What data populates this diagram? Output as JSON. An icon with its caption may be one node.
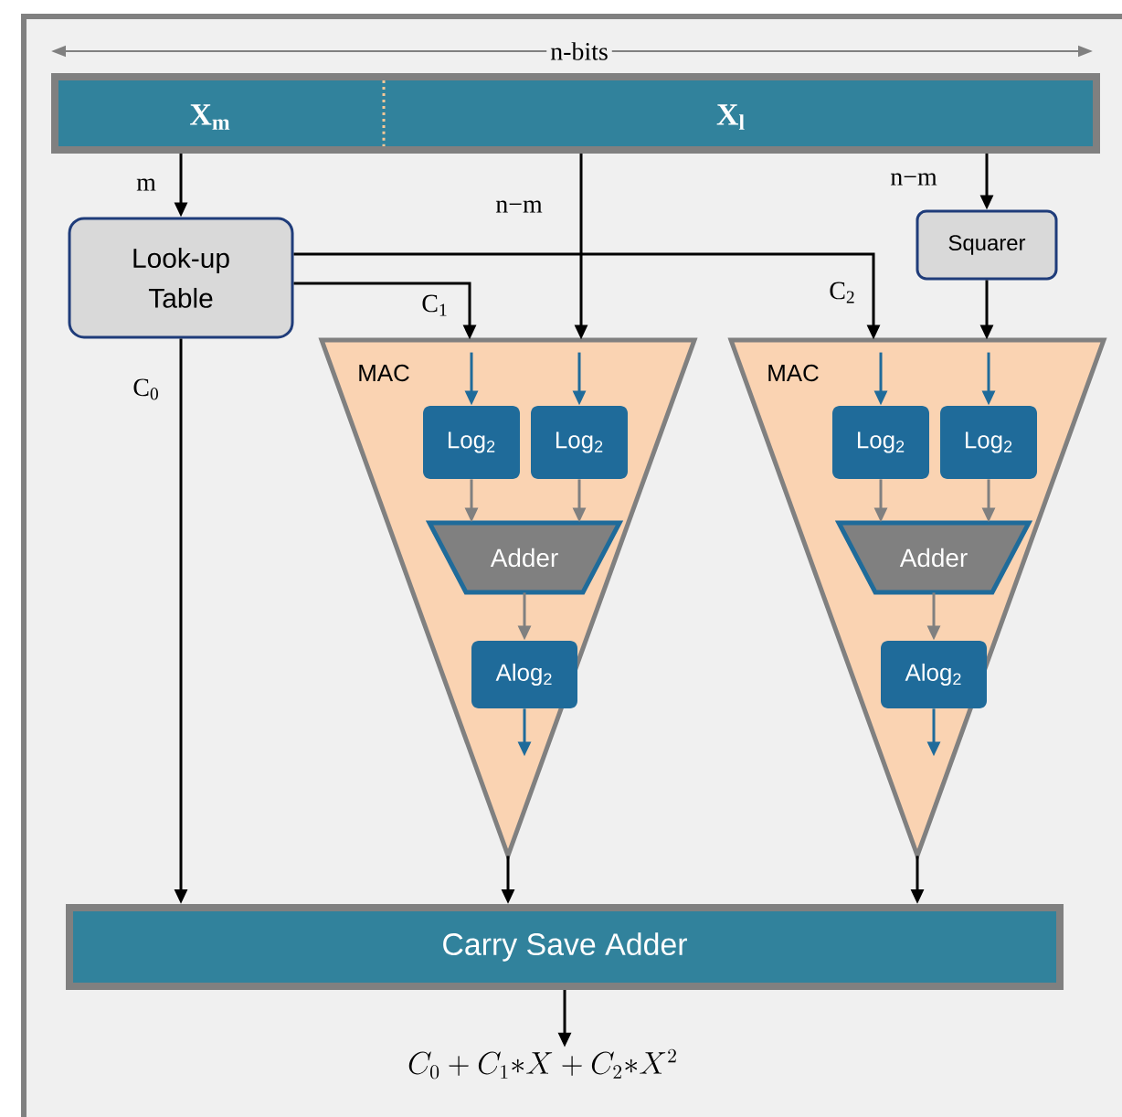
{
  "diagram": {
    "nodes": [
      {
        "text": [
          "X$_{m}$",
          "X$_{l}$"
        ]
      },
      {
        "text": [
          "Look-up Table"
        ]
      },
      {
        "text": [
          "Squarer"
        ]
      },
      {
        "text": [
          "MAC"
        ]
      },
      {
        "text": [
          "Log$_{2}$"
        ],
        "in": 3
      },
      {
        "text": [
          "Log$_{2}$"
        ],
        "in": 3
      },
      {
        "text": [
          "Adder"
        ],
        "in": 3
      },
      {
        "text": [
          "Alog$_{2}$"
        ],
        "in": 3
      },
      {
        "text": [
          "MAC"
        ]
      },
      {
        "text": [
          "Log$_{2}$"
        ],
        "in": 8
      },
      {
        "text": [
          "Log$_{2}$"
        ],
        "in": 8
      },
      {
        "text": [
          "Adder"
        ],
        "in": 8
      },
      {
        "text": [
          "Alog$_{2}$"
        ],
        "in": 8
      },
      {
        "text": [
          "Carry Save Adder"
        ]
      },
      {
        "text": [
          "C_0 + C_1{*}X + C_2{*}X^2"
        ]
      }
    ],
    "edges": [
      {
        "from": 0,
        "to": 1,
        "arrow": "to",
        "label": "m"
      },
      {
        "from": 0,
        "to": 3,
        "arrow": "to",
        "label": "n−m"
      },
      {
        "from": 0,
        "to": 2,
        "arrow": "to",
        "label": "n−m"
      },
      {
        "from": 1,
        "to": 3,
        "arrow": "to",
        "label": "C$_{1}$"
      },
      {
        "from": 1,
        "to": 8,
        "arrow": "to",
        "label": "C$_{2}$"
      },
      {
        "from": 2,
        "to": 8,
        "arrow": "to"
      },
      {
        "from": 1,
        "to": 13,
        "arrow": "to",
        "label": "C$_{0}$"
      },
      {
        "from": null,
        "to": 4,
        "arrow": "to",
        "color": "#1f6b9a"
      },
      {
        "from": null,
        "to": 5,
        "arrow": "to",
        "color": "#1f6b9a"
      },
      {
        "from": 4,
        "to": 6,
        "arrow": "to",
        "color": "#808080"
      },
      {
        "from": 5,
        "to": 6,
        "arrow": "to",
        "color": "#808080"
      },
      {
        "from": 6,
        "to": 7,
        "arrow": "to",
        "color": "#808080"
      },
      {
        "from": 7,
        "to": null,
        "arrow": "to",
        "color": "#1f6b9a"
      },
      {
        "from": null,
        "to": 9,
        "arrow": "to",
        "color": "#1f6b9a"
      },
      {
        "from": null,
        "to": 10,
        "arrow": "to",
        "color": "#1f6b9a"
      },
      {
        "from": 9,
        "to": 11,
        "arrow": "to",
        "color": "#808080"
      },
      {
        "from": 10,
        "to": 11,
        "arrow": "to",
        "color": "#808080"
      },
      {
        "from": 11,
        "to": 12,
        "arrow": "to",
        "color": "#808080"
      },
      {
        "from": 12,
        "to": null,
        "arrow": "to",
        "color": "#1f6b9a"
      },
      {
        "from": 3,
        "to": 13,
        "arrow": "to"
      },
      {
        "from": 8,
        "to": 13,
        "arrow": "to"
      },
      {
        "from": 13,
        "to": 14,
        "arrow": "to"
      }
    ],
    "labels": [
      "n-bits"
    ]
  }
}
